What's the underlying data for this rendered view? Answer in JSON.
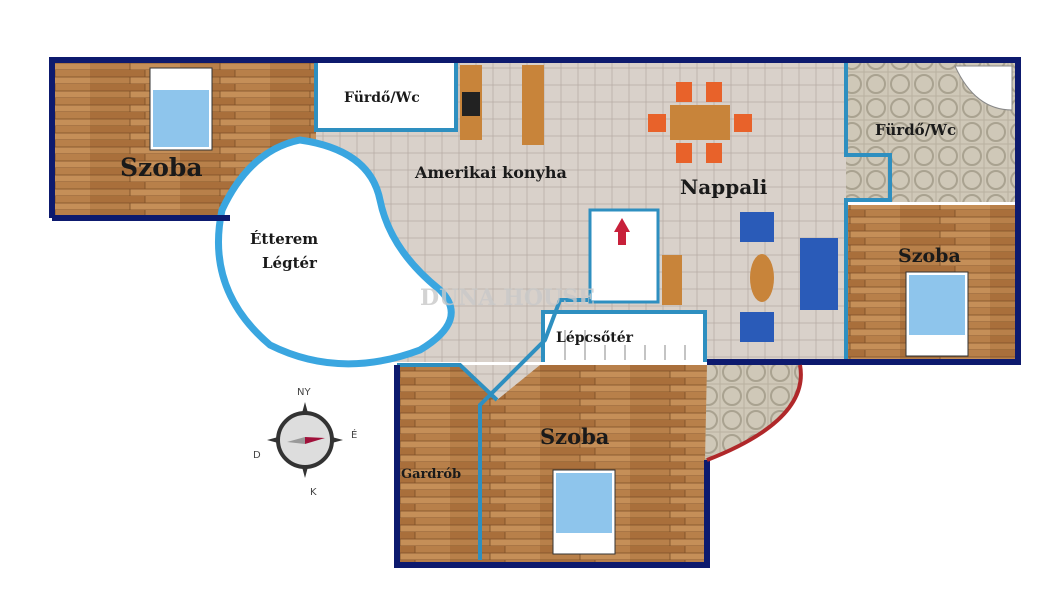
{
  "rooms": {
    "szoba_nw": "Szoba",
    "furdo_small": "Fürdő/Wc",
    "kitchen": "Amerikai konyha",
    "living": "Nappali",
    "furdo_ne": "Fürdő/Wc",
    "szoba_e": "Szoba",
    "etterem_line1": "Étterem",
    "etterem_line2": "Légtér",
    "stairwell": "Lépcsőtér",
    "szoba_s": "Szoba",
    "gardrob": "Gardrób"
  },
  "watermark": "DUNA HOUSE",
  "compass": {
    "n": "NY",
    "e": "É",
    "s": "K",
    "w": "D"
  },
  "colors": {
    "wall": "#0d1a6e",
    "inner_wall": "#2e8fc0",
    "blob": "#3aa6e0",
    "wood": "#b57a45",
    "tile": "#d8d0c8"
  }
}
